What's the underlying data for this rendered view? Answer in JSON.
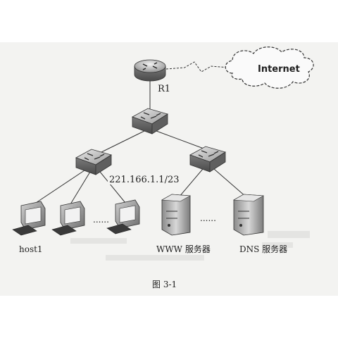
{
  "diagram": {
    "internet_label": "Internet",
    "router_label": "R1",
    "subnet_label": "221.166.1.1/23",
    "host_label": "host1",
    "www_label": "WWW 服务器",
    "dns_label": "DNS 服务器",
    "ellipsis_hosts": "......",
    "ellipsis_servers": "......",
    "caption": "图 3-1"
  }
}
